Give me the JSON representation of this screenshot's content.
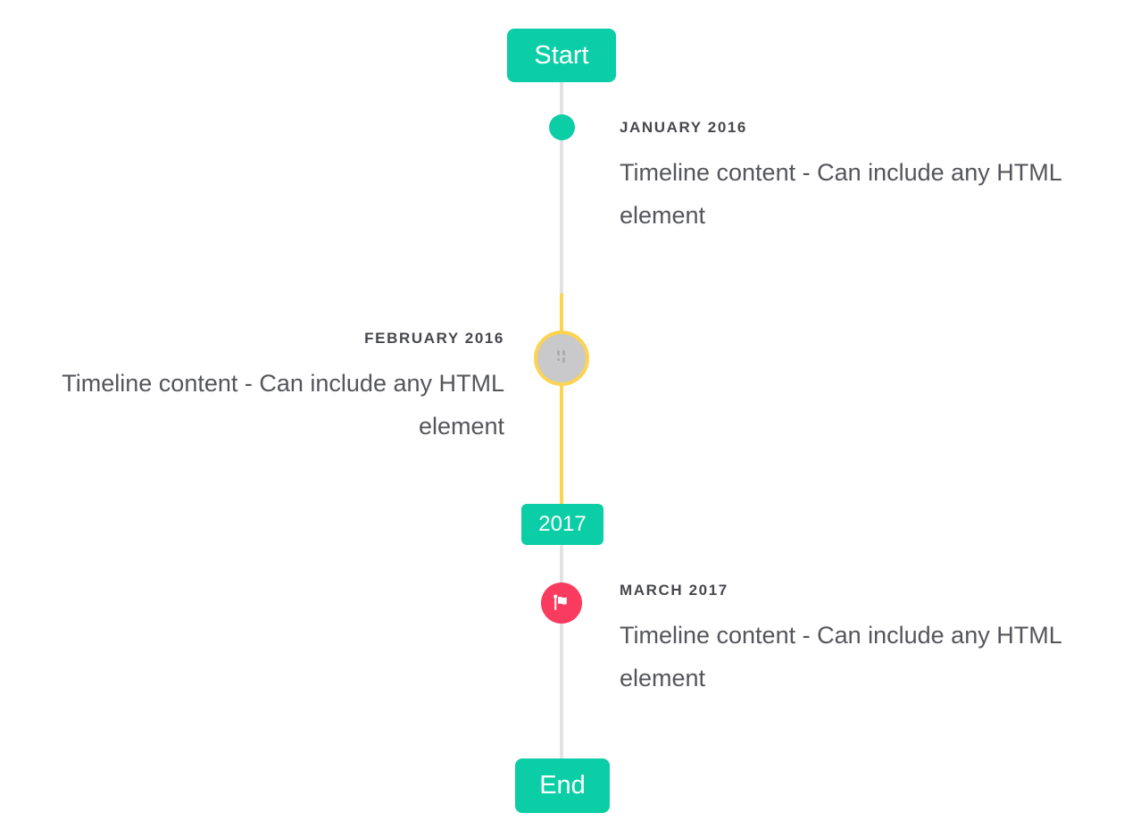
{
  "timeline": {
    "start_label": "Start",
    "year_badge": "2017",
    "end_label": "End",
    "entries": [
      {
        "title": "JANUARY 2016",
        "content": "Timeline content - Can include any HTML element",
        "side": "right",
        "marker": "teal-dot"
      },
      {
        "title": "FEBRUARY 2016",
        "content": "Timeline content - Can include any HTML element",
        "side": "left",
        "marker": "gray-circle-yellow-ring"
      },
      {
        "title": "MARCH 2017",
        "content": "Timeline content - Can include any HTML element",
        "side": "right",
        "marker": "flag-icon"
      }
    ],
    "icons": {
      "march_marker": "flag-icon",
      "february_marker": "pixelated-glyph-icon"
    },
    "colors": {
      "primary_teal": "#0bcea6",
      "highlight_yellow": "#fcd450",
      "flag_pink": "#f93b5f",
      "line_gray": "#e2e2e4",
      "marker_gray": "#c9c9cb",
      "title_text": "#47484c",
      "content_text": "#55565b"
    }
  }
}
